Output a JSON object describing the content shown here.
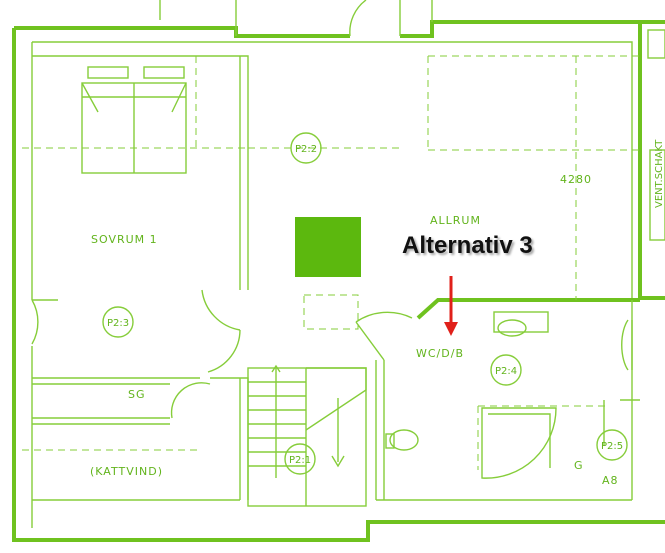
{
  "rooms": {
    "sovrum": "SOVRUM 1",
    "allrum": "ALLRUM",
    "wc": "WC/D/B",
    "sg": "SG",
    "kattvind": "(KATTVIND)"
  },
  "tags": {
    "p22": "P2:2",
    "p23": "P2:3",
    "p24": "P2:4",
    "p25": "P2:5",
    "p21": "P2:1"
  },
  "dimension": "4280",
  "vent_label": "VENT.SCHAKT",
  "marker": "A8",
  "fixture_letter": "G",
  "annotation": "Alternativ 3",
  "colors": {
    "plan_line": "#6fc21f",
    "fill": "#5cb80e",
    "arrow": "#e0201a",
    "annotation": "#111111"
  }
}
